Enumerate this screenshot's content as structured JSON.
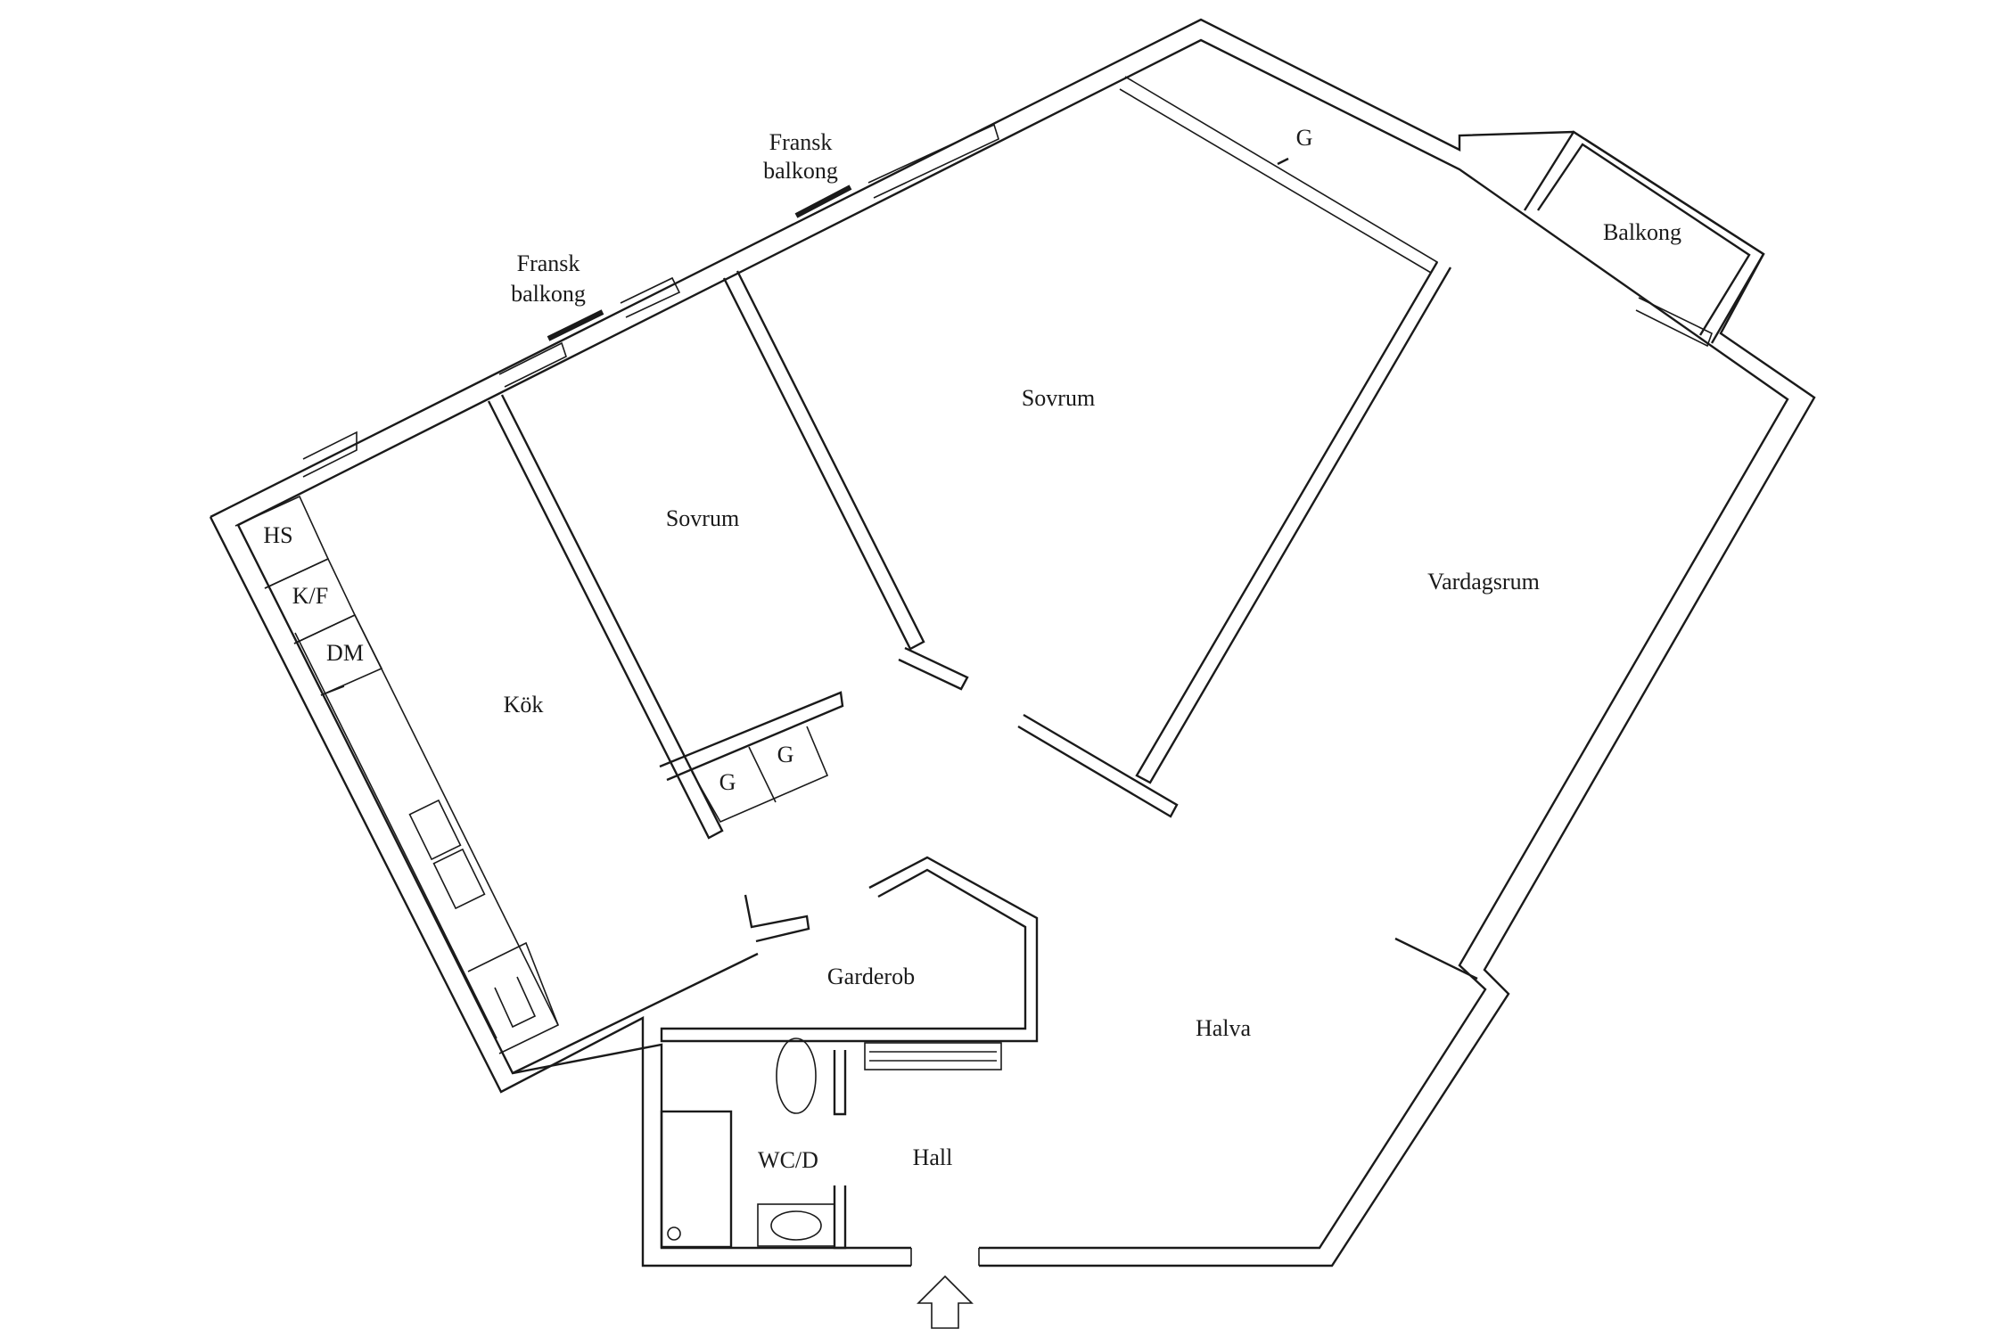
{
  "rooms": {
    "balkong": "Balkong",
    "fransk_balkong_1": [
      "Fransk",
      "balkong"
    ],
    "fransk_balkong_2": [
      "Fransk",
      "balkong"
    ],
    "garderob_top": "G",
    "sovrum_large": "Sovrum",
    "sovrum_small": "Sovrum",
    "vardagsrum": "Vardagsrum",
    "hs": "HS",
    "kf": "K/F",
    "dm": "DM",
    "kok": "Kök",
    "g_left": "G",
    "g_right": "G",
    "garderob": "Garderob",
    "halva": "Halva",
    "wcd": "WC/D",
    "hall": "Hall"
  },
  "icons": {
    "entrance": "entrance-arrow-icon"
  }
}
